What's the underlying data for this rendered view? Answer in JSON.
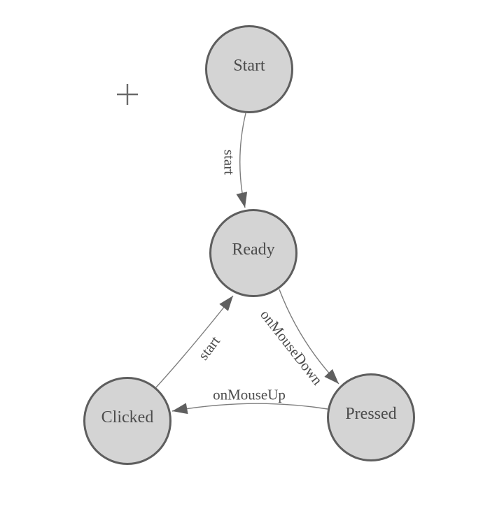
{
  "diagram": {
    "background_color": "#ffffff",
    "node_fill_color": "#d4d4d4",
    "node_border_color": "#5e5e5e",
    "edge_line_color": "#7d7d7d",
    "arrowhead_color": "#5f5f5f",
    "text_color": "#4c4c4c",
    "nodes": [
      {
        "id": "start",
        "label": "Start"
      },
      {
        "id": "ready",
        "label": "Ready"
      },
      {
        "id": "clicked",
        "label": "Clicked"
      },
      {
        "id": "pressed",
        "label": "Pressed"
      }
    ],
    "edges": [
      {
        "from": "Start",
        "to": "Ready",
        "label": "start"
      },
      {
        "from": "Clicked",
        "to": "Ready",
        "label": "start"
      },
      {
        "from": "Ready",
        "to": "Pressed",
        "label": "onMouseDown"
      },
      {
        "from": "Pressed",
        "to": "Clicked",
        "label": "onMouseUp"
      }
    ],
    "icons": {
      "origin_cross": "+"
    }
  }
}
